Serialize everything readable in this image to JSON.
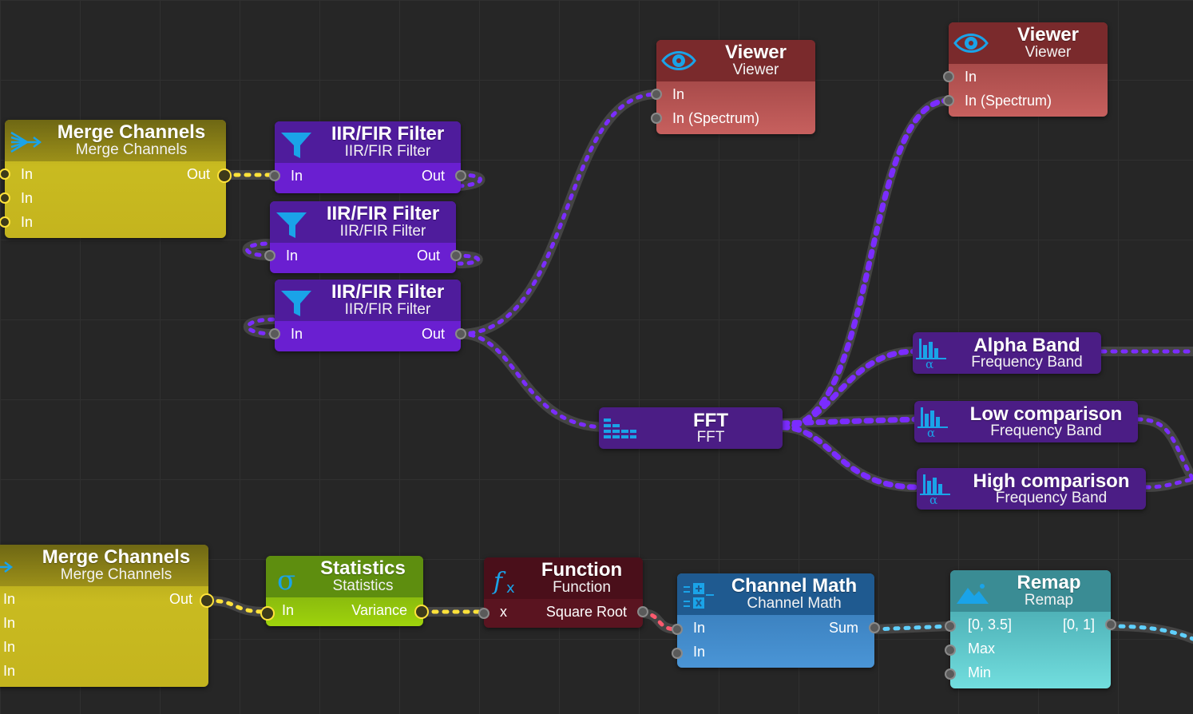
{
  "nodes": {
    "merge1": {
      "title": "Merge Channels",
      "subtitle": "Merge Channels",
      "inputs": [
        "In",
        "In",
        "In"
      ],
      "output": "Out"
    },
    "iir1": {
      "title": "IIR/FIR Filter",
      "subtitle": "IIR/FIR Filter",
      "input": "In",
      "output": "Out"
    },
    "iir2": {
      "title": "IIR/FIR Filter",
      "subtitle": "IIR/FIR Filter",
      "input": "In",
      "output": "Out"
    },
    "iir3": {
      "title": "IIR/FIR Filter",
      "subtitle": "IIR/FIR Filter",
      "input": "In",
      "output": "Out"
    },
    "viewer1": {
      "title": "Viewer",
      "subtitle": "Viewer",
      "inputs": [
        "In",
        "In (Spectrum)"
      ]
    },
    "viewer2": {
      "title": "Viewer",
      "subtitle": "Viewer",
      "inputs": [
        "In",
        "In (Spectrum)"
      ]
    },
    "fft": {
      "title": "FFT",
      "subtitle": "FFT"
    },
    "alpha": {
      "title": "Alpha Band",
      "subtitle": "Frequency Band"
    },
    "low": {
      "title": "Low comparison",
      "subtitle": "Frequency Band"
    },
    "high": {
      "title": "High comparison",
      "subtitle": "Frequency Band"
    },
    "merge2": {
      "title": "Merge Channels",
      "subtitle": "Merge Channels",
      "inputs": [
        "In",
        "In",
        "In",
        "In"
      ],
      "output": "Out"
    },
    "stats": {
      "title": "Statistics",
      "subtitle": "Statistics",
      "input": "In",
      "output": "Variance"
    },
    "func": {
      "title": "Function",
      "subtitle": "Function",
      "input": "x",
      "output": "Square Root"
    },
    "chmath": {
      "title": "Channel Math",
      "subtitle": "Channel Math",
      "inputs": [
        "In",
        "In"
      ],
      "output": "Sum"
    },
    "remap": {
      "title": "Remap",
      "subtitle": "Remap",
      "inputs": [
        "[0, 3.5]",
        "Max",
        "Min"
      ],
      "output": "[0, 1]"
    }
  },
  "icons": {
    "merge": "merge-icon",
    "filter": "funnel-icon",
    "viewer": "eye-icon",
    "fft": "spectrum-icon",
    "band": "frequency-band-icon",
    "stats": "sigma-icon",
    "function": "fx-icon",
    "channel_math": "channel-math-icon",
    "remap": "mountain-icon"
  },
  "colors": {
    "background": "#262626",
    "merge": "#c4b41e",
    "filter": "#6a1fd1",
    "viewer": "#c7605e",
    "band": "#4b1d85",
    "stats": "#9ed30c",
    "function": "#5a1420",
    "channel_math": "#4a95d6",
    "remap": "#72dede",
    "wire_signal": "#ffe23a",
    "wire_spectrum": "#7b2cff",
    "wire_scalar": "#ff5a6e",
    "wire_channel": "#5fd0ff"
  }
}
